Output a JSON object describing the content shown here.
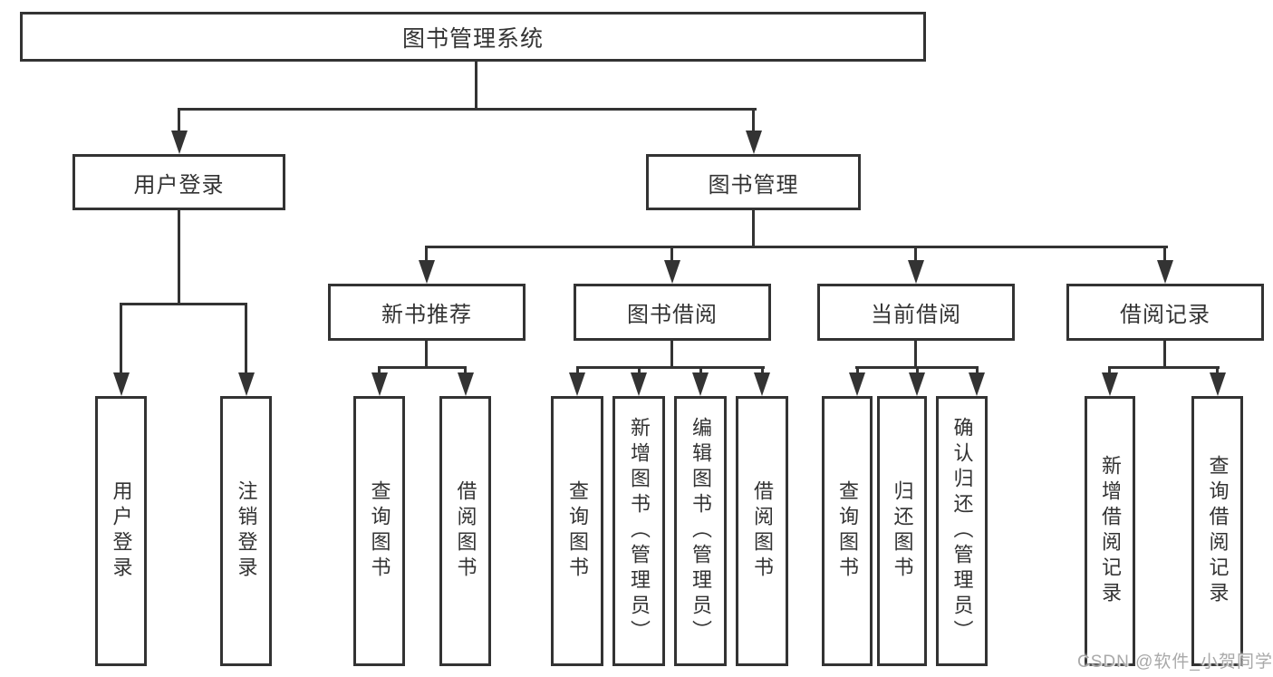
{
  "colors": {
    "line": "#333333",
    "box_border": "#333333",
    "text": "#333333",
    "background": "#ffffff",
    "watermark": "#a9a9a9"
  },
  "watermark": "CSDN @软件_小贺同学",
  "nodes": {
    "root": "图书管理系统",
    "l1_user_login": "用户登录",
    "l1_book_mgmt": "图书管理",
    "l2_new_book": "新书推荐",
    "l2_book_borrow": "图书借阅",
    "l2_current_borrow": "当前借阅",
    "l2_borrow_records": "借阅记录",
    "leaf_user_login": "用户登录",
    "leaf_logout": "注销登录",
    "leaf_query_book_a": "查询图书",
    "leaf_borrow_book_a": "借阅图书",
    "leaf_query_book_b": "查询图书",
    "leaf_add_book": "新增图书（管理员）",
    "leaf_edit_book": "编辑图书（管理员）",
    "leaf_borrow_book_b": "借阅图书",
    "leaf_query_book_c": "查询图书",
    "leaf_return_book": "归还图书",
    "leaf_confirm_return": "确认归还（管理员）",
    "leaf_add_record": "新增借阅记录",
    "leaf_query_record": "查询借阅记录"
  },
  "tree": {
    "root": "图书管理系统",
    "children": [
      {
        "label": "用户登录",
        "children": [
          "用户登录",
          "注销登录"
        ]
      },
      {
        "label": "图书管理",
        "children": [
          {
            "label": "新书推荐",
            "children": [
              "查询图书",
              "借阅图书"
            ]
          },
          {
            "label": "图书借阅",
            "children": [
              "查询图书",
              "新增图书（管理员）",
              "编辑图书（管理员）",
              "借阅图书"
            ]
          },
          {
            "label": "当前借阅",
            "children": [
              "查询图书",
              "归还图书",
              "确认归还（管理员）"
            ]
          },
          {
            "label": "借阅记录",
            "children": [
              "新增借阅记录",
              "查询借阅记录"
            ]
          }
        ]
      }
    ]
  }
}
